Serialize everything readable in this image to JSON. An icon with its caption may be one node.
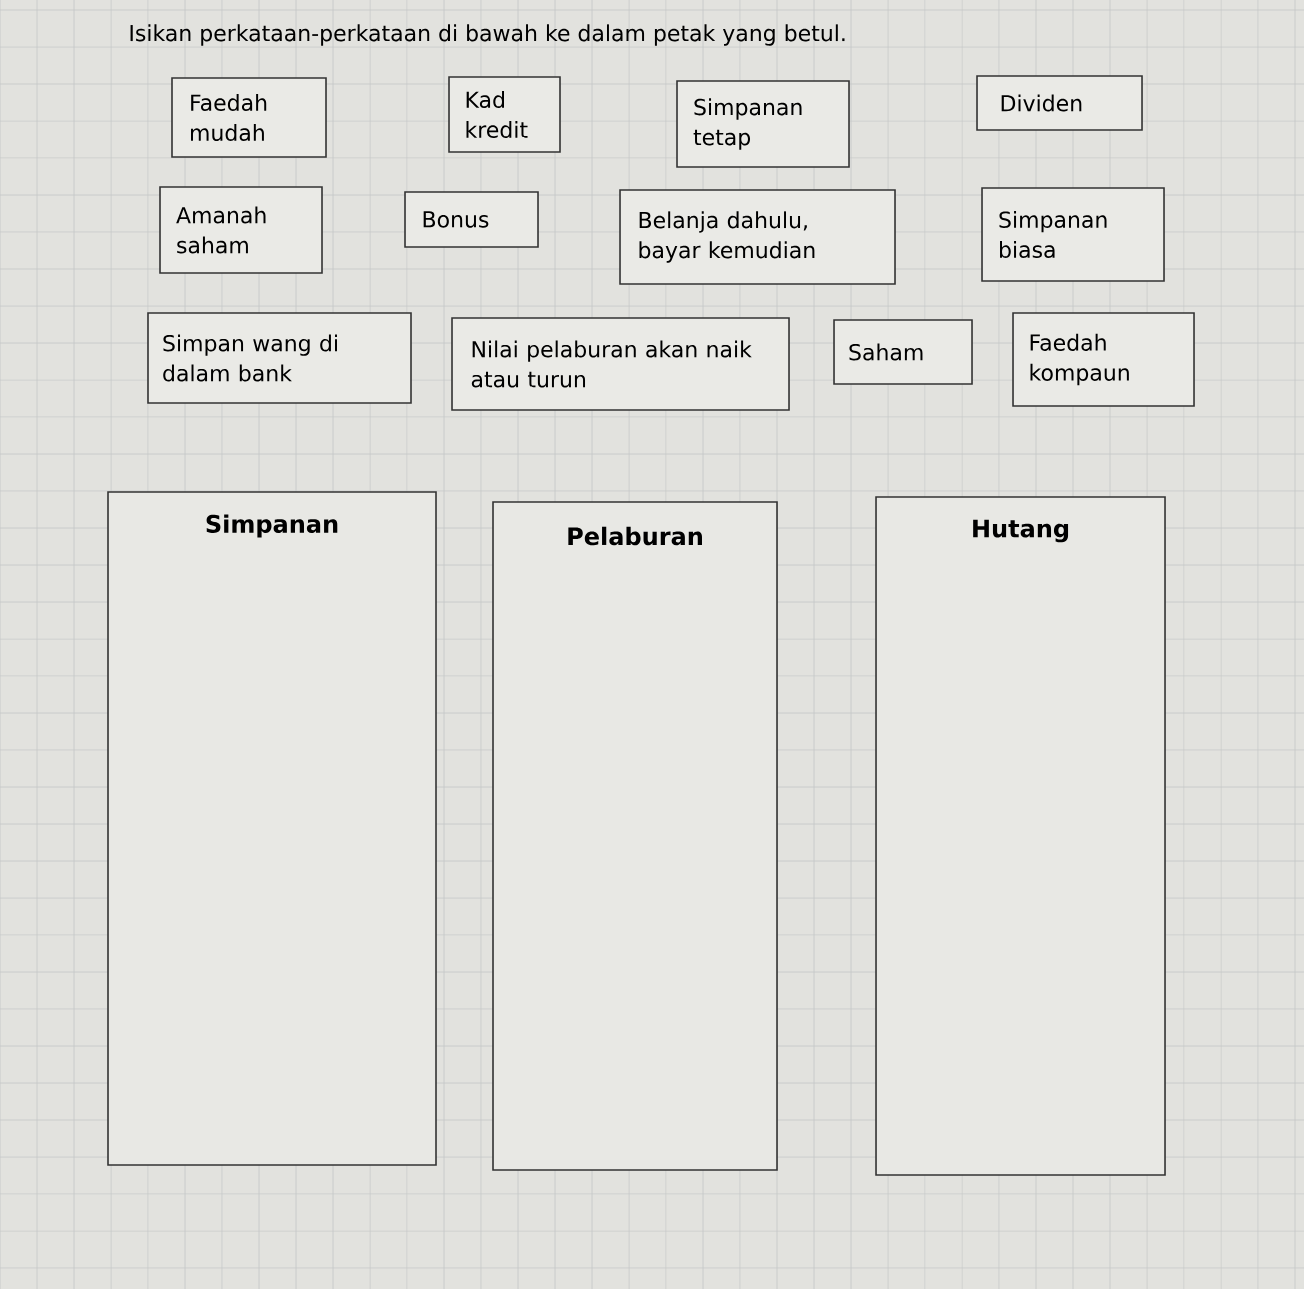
{
  "diagram": {
    "title": "Isikan perkataan-perkataan di bawah ke dalam petak yang betul.",
    "nodes": [
      {
        "text": [
          "Faedah mudah"
        ]
      },
      {
        "text": [
          "Kad kredit"
        ]
      },
      {
        "text": [
          "Simpanan tetap"
        ]
      },
      {
        "text": [
          "Dividen"
        ]
      },
      {
        "text": [
          "Amanah saham"
        ]
      },
      {
        "text": [
          "Bonus"
        ]
      },
      {
        "text": [
          "Belanja dahulu, bayar kemudian"
        ]
      },
      {
        "text": [
          "Simpanan biasa"
        ]
      },
      {
        "text": [
          "Simpan wang di dalam bank"
        ]
      },
      {
        "text": [
          "Nilai pelaburan akan naik atau turun"
        ]
      },
      {
        "text": [
          "Saham"
        ]
      },
      {
        "text": [
          "Faedah kompaun"
        ]
      },
      {
        "text": [
          "Simpanan"
        ]
      },
      {
        "text": [
          "Pelaburan"
        ]
      },
      {
        "text": [
          "Hutang"
        ]
      }
    ]
  }
}
